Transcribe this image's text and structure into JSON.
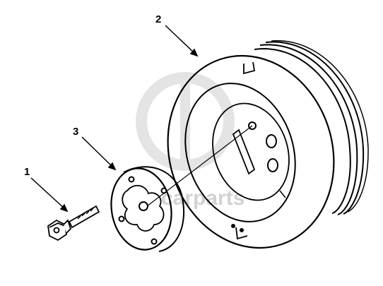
{
  "diagram": {
    "callouts": [
      {
        "label": "1",
        "part": "bolt"
      },
      {
        "label": "2",
        "part": "pulley"
      },
      {
        "label": "3",
        "part": "hub"
      }
    ]
  },
  "watermark": {
    "text": "carparts",
    "color": "#bfbfbf"
  },
  "colors": {
    "line": "#000000",
    "background": "#ffffff"
  }
}
